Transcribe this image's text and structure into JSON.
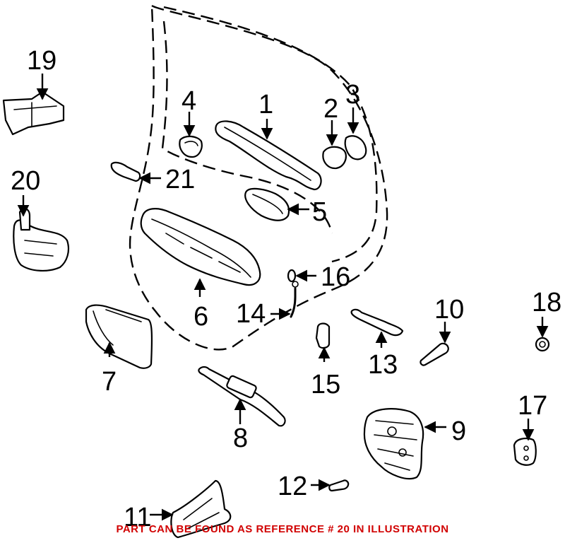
{
  "callouts": {
    "c1": "1",
    "c2": "2",
    "c3": "3",
    "c4": "4",
    "c5": "5",
    "c6": "6",
    "c7": "7",
    "c8": "8",
    "c9": "9",
    "c10": "10",
    "c11": "11",
    "c12": "12",
    "c13": "13",
    "c14": "14",
    "c15": "15",
    "c16": "16",
    "c17": "17",
    "c18": "18",
    "c19": "19",
    "c20": "20",
    "c21": "21"
  },
  "footer_note": "PART CAN BE FOUND AS REFERENCE # 20 IN ILLUSTRATION",
  "colors": {
    "note": "#d10000",
    "line": "#000000",
    "background": "#ffffff"
  }
}
